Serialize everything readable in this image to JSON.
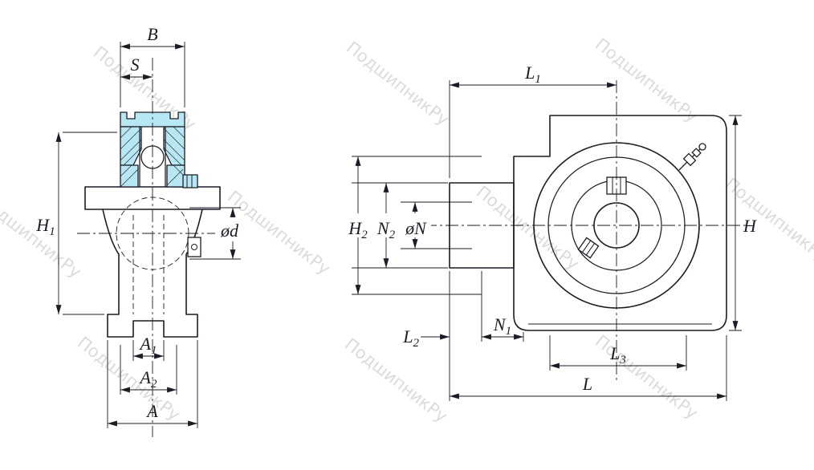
{
  "watermark": {
    "text": "ПодшипникРу"
  },
  "colors": {
    "line": "#1c1c26",
    "bearing_fill": "#b8e7f4",
    "watermark": "#c6c6c6",
    "background": "#ffffff"
  },
  "dimensions": {
    "B": {
      "base": "B",
      "sub": ""
    },
    "S": {
      "base": "S",
      "sub": ""
    },
    "H1": {
      "base": "H",
      "sub": "1"
    },
    "od": {
      "base": "ød",
      "sub": ""
    },
    "A1": {
      "base": "A",
      "sub": "1"
    },
    "A2": {
      "base": "A",
      "sub": "2"
    },
    "A": {
      "base": "A",
      "sub": ""
    },
    "L1": {
      "base": "L",
      "sub": "1"
    },
    "H2": {
      "base": "H",
      "sub": "2"
    },
    "N2": {
      "base": "N",
      "sub": "2"
    },
    "oN": {
      "base": "øN",
      "sub": ""
    },
    "H": {
      "base": "H",
      "sub": ""
    },
    "L2": {
      "base": "L",
      "sub": "2"
    },
    "N1": {
      "base": "N",
      "sub": "1"
    },
    "L3": {
      "base": "L",
      "sub": "3"
    },
    "L": {
      "base": "L",
      "sub": ""
    }
  }
}
